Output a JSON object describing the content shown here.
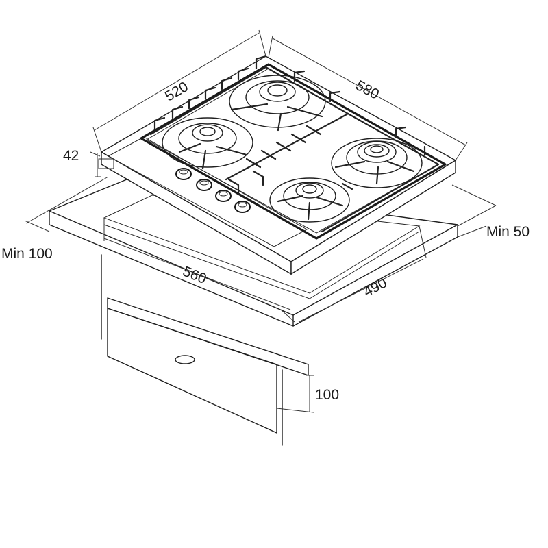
{
  "dimensions": {
    "hob_depth": "520",
    "hob_width": "580",
    "hob_height": "42",
    "cutout_width": "560",
    "cutout_depth": "490",
    "min_front_clearance": "Min 100",
    "min_rear_clearance": "Min 50",
    "drawer_clearance": "100"
  }
}
